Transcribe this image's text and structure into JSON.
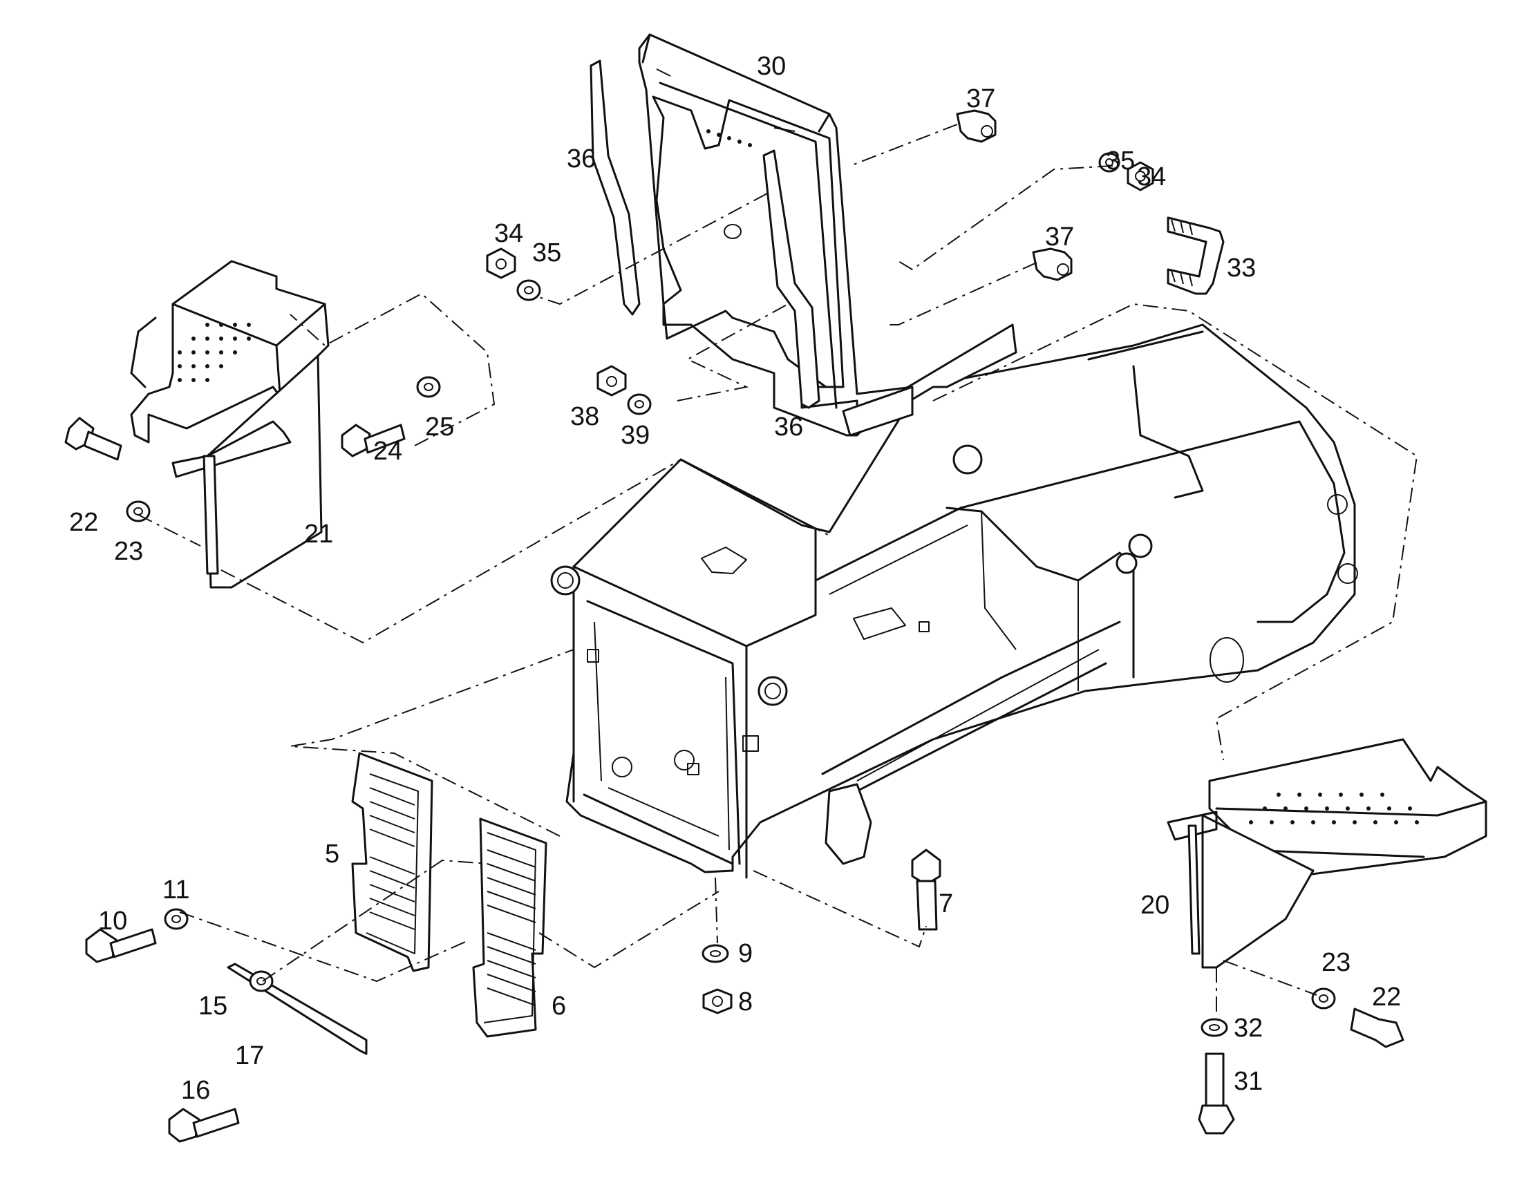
{
  "callouts": {
    "c5": "5",
    "c6": "6",
    "c7": "7",
    "c8": "8",
    "c9": "9",
    "c10": "10",
    "c11": "11",
    "c15": "15",
    "c16": "16",
    "c17": "17",
    "c20": "20",
    "c21": "21",
    "c22a": "22",
    "c22b": "22",
    "c23a": "23",
    "c23b": "23",
    "c24": "24",
    "c25": "25",
    "c30": "30",
    "c31": "31",
    "c32": "32",
    "c33": "33",
    "c34a": "34",
    "c34b": "34",
    "c35a": "35",
    "c35b": "35",
    "c36a": "36",
    "c36b": "36",
    "c37a": "37",
    "c37b": "37",
    "c38": "38",
    "c39": "39"
  }
}
